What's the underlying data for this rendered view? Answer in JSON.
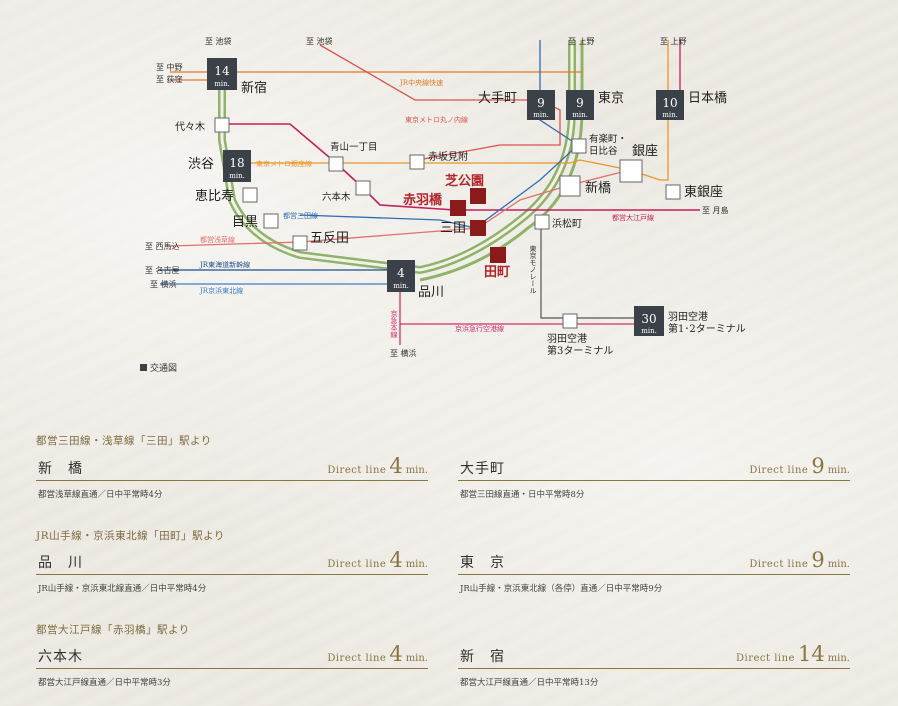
{
  "map": {
    "directions": {
      "ikebukuro_w": "至 池袋",
      "nakano": "至 中野",
      "ogikubo": "至 荻窪",
      "ikebukuro_c": "至 池袋",
      "ueno1": "至 上野",
      "ueno2": "至 上野",
      "tsukishima": "至 月島",
      "nishiumagome": "至 西馬込",
      "nagoya": "至 名古屋",
      "yokohama": "至 横浜",
      "yokohama2": "至 横浜"
    },
    "stations": {
      "shinjuku": "新宿",
      "yoyogi": "代々木",
      "shibuya": "渋谷",
      "ebisu": "恵比寿",
      "meguro": "目黒",
      "gotanda": "五反田",
      "shinagawa": "品川",
      "aoyama": "青山一丁目",
      "roppongi": "六本木",
      "akasakamitsuke": "赤坂見附",
      "akabanebashi": "赤羽橋",
      "shibakoen": "芝公園",
      "mita": "三田",
      "tamachi": "田町",
      "hamamatsucho": "浜松町",
      "shimbashi": "新橋",
      "ginza": "銀座",
      "higashiginza": "東銀座",
      "yurakucho": "有楽町・\n日比谷",
      "otemachi": "大手町",
      "tokyo": "東京",
      "nihonbashi": "日本橋",
      "haneda3": "羽田空港\n第3ターミナル",
      "haneda12": "羽田空港\n第1･2ターミナル"
    },
    "lines": {
      "chuo": "JR中央線快速",
      "marunouchi": "東京メトロ丸ノ内線",
      "ginza_line": "東京メトロ銀座線",
      "mita_line": "都営三田線",
      "asakusa_line": "都営浅草線",
      "oedo_line": "都営大江戸線",
      "tokaido": "JR東海道新幹線",
      "keihin": "JR京浜東北線",
      "keikyu_main": "京急本線",
      "keikyu_airport": "京浜急行空港線",
      "monorail": "東京モノレール"
    },
    "times": {
      "shinjuku": "14",
      "shibuya": "18",
      "otemachi": "9",
      "tokyo": "9",
      "nihonbashi": "10",
      "shinagawa": "4",
      "haneda": "30",
      "unit": "min."
    },
    "legend": "交通図",
    "colors": {
      "jr_yamanote": "#8fb36a",
      "chuo": "#e07a2e",
      "marunouchi": "#d9534f",
      "ginza_line": "#e8962a",
      "mita_line": "#2f6db0",
      "asakusa_line": "#e0706a",
      "oedo_line": "#c51f5d",
      "keihin": "#3a7fc1",
      "tokaido": "#1f4f8a",
      "keikyu": "#d0306a",
      "monorail": "#555555",
      "station_dark": "#8b1a1a",
      "time_box": "#3b4148"
    }
  },
  "sections": [
    {
      "heading": "都営三田線・浅草線「三田」駅より",
      "entries": [
        {
          "name": "新　橋",
          "label": "Direct line",
          "minutes": "4",
          "unit": "min.",
          "note": "都営浅草線直通／日中平常時4分"
        },
        {
          "name": "大手町",
          "label": "Direct line",
          "minutes": "9",
          "unit": "min.",
          "note": "都営三田線直通・日中平常時8分"
        }
      ]
    },
    {
      "heading": "JR山手線・京浜東北線「田町」駅より",
      "entries": [
        {
          "name": "品　川",
          "label": "Direct line",
          "minutes": "4",
          "unit": "min.",
          "note": "JR山手線・京浜東北線直通／日中平常時4分"
        },
        {
          "name": "東　京",
          "label": "Direct line",
          "minutes": "9",
          "unit": "min.",
          "note": "JR山手線・京浜東北線（各停）直通／日中平常時9分"
        }
      ]
    },
    {
      "heading": "都営大江戸線「赤羽橋」駅より",
      "entries": [
        {
          "name": "六本木",
          "label": "Direct line",
          "minutes": "4",
          "unit": "min.",
          "note": "都営大江戸線直通／日中平常時3分"
        },
        {
          "name": "新　宿",
          "label": "Direct line",
          "minutes": "14",
          "unit": "min.",
          "note": "都営大江戸線直通／日中平常時13分"
        }
      ]
    }
  ]
}
